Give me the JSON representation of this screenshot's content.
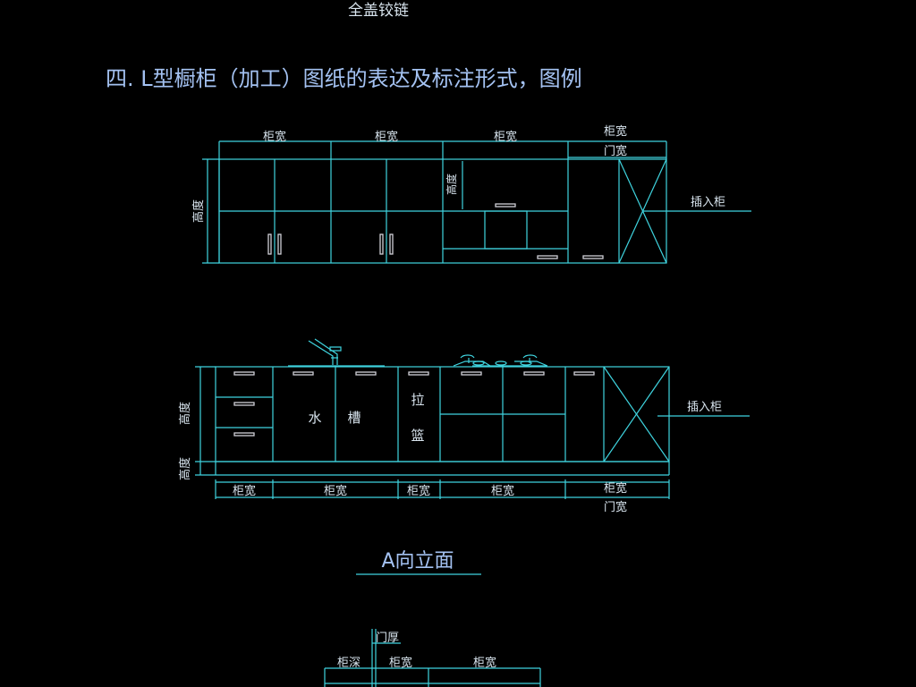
{
  "colors": {
    "background": "#000000",
    "line": "#3fd4df",
    "text": "#d8e4ee",
    "title": "#a4c2f2",
    "handle": "#d0d0d8"
  },
  "top_caption": "全盖铰链",
  "section_title": "四. L型橱柜（加工）图纸的表达及标注形式，图例",
  "upper_elevation": {
    "dim_labels": [
      "柜宽",
      "柜宽",
      "柜宽",
      "柜宽"
    ],
    "door_width_label": "门宽",
    "height_label_left": "高度",
    "height_label_inner": "高度",
    "insert_label": "插入柜"
  },
  "lower_elevation": {
    "sink_label_1": "水",
    "sink_label_2": "槽",
    "pull_label_1": "拉",
    "pull_label_2": "篮",
    "height_label_upper": "高度",
    "height_label_lower": "高度",
    "dim_labels": [
      "柜宽",
      "柜宽",
      "柜宽",
      "柜宽",
      "柜宽"
    ],
    "door_width_label": "门宽",
    "insert_label": "插入柜"
  },
  "view_caption": "A向立面",
  "plan": {
    "door_thickness_label": "门厚",
    "depth_label": "柜深",
    "dim_labels": [
      "柜宽",
      "柜宽"
    ]
  }
}
